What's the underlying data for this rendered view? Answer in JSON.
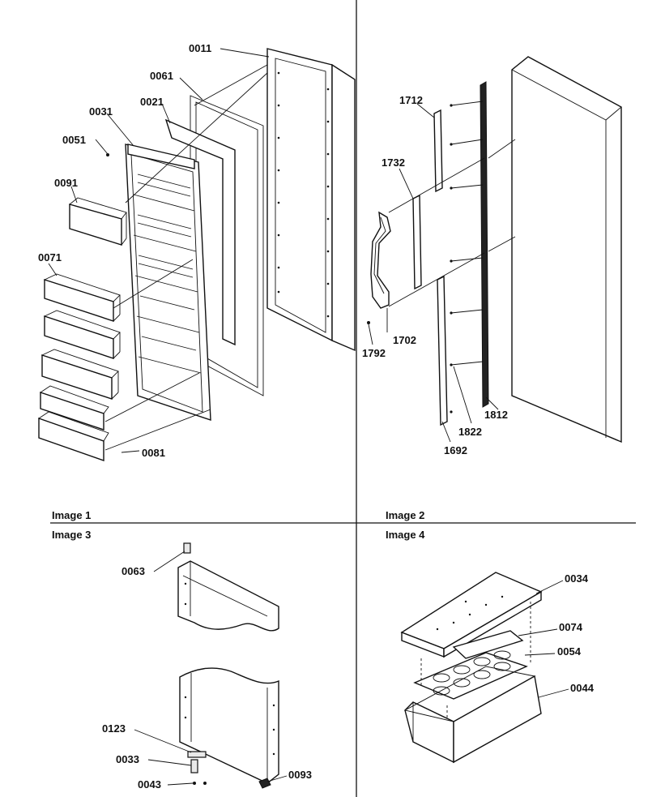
{
  "panels": [
    {
      "id": "image1",
      "caption": "Image 1"
    },
    {
      "id": "image2",
      "caption": "Image 2"
    },
    {
      "id": "image3",
      "caption": "Image 3"
    },
    {
      "id": "image4",
      "caption": "Image 4"
    }
  ],
  "callouts": {
    "image1": [
      "0011",
      "0061",
      "0021",
      "0031",
      "0051",
      "0091",
      "0071",
      "0081"
    ],
    "image2": [
      "1712",
      "1732",
      "1702",
      "1792",
      "1692",
      "1822",
      "1812"
    ],
    "image3": [
      "0063",
      "0123",
      "0033",
      "0043",
      "0093"
    ],
    "image4": [
      "0034",
      "0074",
      "0054",
      "0044"
    ]
  }
}
